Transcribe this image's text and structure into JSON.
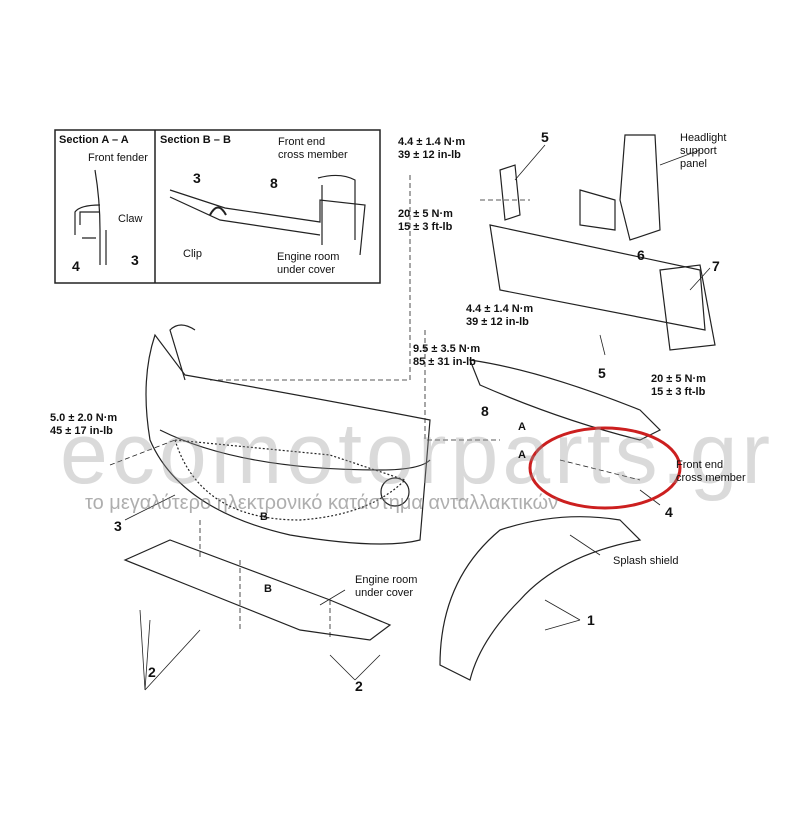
{
  "sections": {
    "a_title": "Section A – A",
    "b_title": "Section B – B",
    "front_fender": "Front fender",
    "claw": "Claw",
    "clip": "Clip",
    "front_end_cross_member": "Front end\ncross member",
    "engine_room_under_cover": "Engine room\nunder cover",
    "num_3a": "3",
    "num_4a": "4",
    "num_3b": "3",
    "num_8b": "8"
  },
  "torques": {
    "t1": [
      "4.4 ± 1.4 N·m",
      "39 ± 12 in-lb"
    ],
    "t2": [
      "20 ± 5 N·m",
      "15 ± 3 ft-lb"
    ],
    "t3": [
      "4.4 ± 1.4 N·m",
      "39 ± 12 in-lb"
    ],
    "t4": [
      "9.5 ± 3.5 N·m",
      "85 ± 31 in-lb"
    ],
    "t5": [
      "20 ± 5 N·m",
      "15 ± 3 ft-lb"
    ],
    "t6": [
      "5.0 ± 2.0 N·m",
      "45 ± 17 in-lb"
    ]
  },
  "labels": {
    "headlight_support_panel": [
      "Headlight",
      "support",
      "panel"
    ],
    "front_end_cross_member": [
      "Front end",
      "cross member"
    ],
    "splash_shield": "Splash shield",
    "engine_room_under_cover": [
      "Engine room",
      "under cover"
    ],
    "section_a": "A",
    "section_b": "B"
  },
  "numbers": {
    "n5a": "5",
    "n6": "6",
    "n7": "7",
    "n5b": "5",
    "n8": "8",
    "n3": "3",
    "n4": "4",
    "n1": "1",
    "n2a": "2",
    "n2b": "2"
  },
  "watermark": {
    "brand": "ecomotorparts.gr",
    "tagline": "το μεγαλύτερο ηλεκτρονικό κατάστημα ανταλλακτικών"
  },
  "highlight_color": "#cc1f1f"
}
